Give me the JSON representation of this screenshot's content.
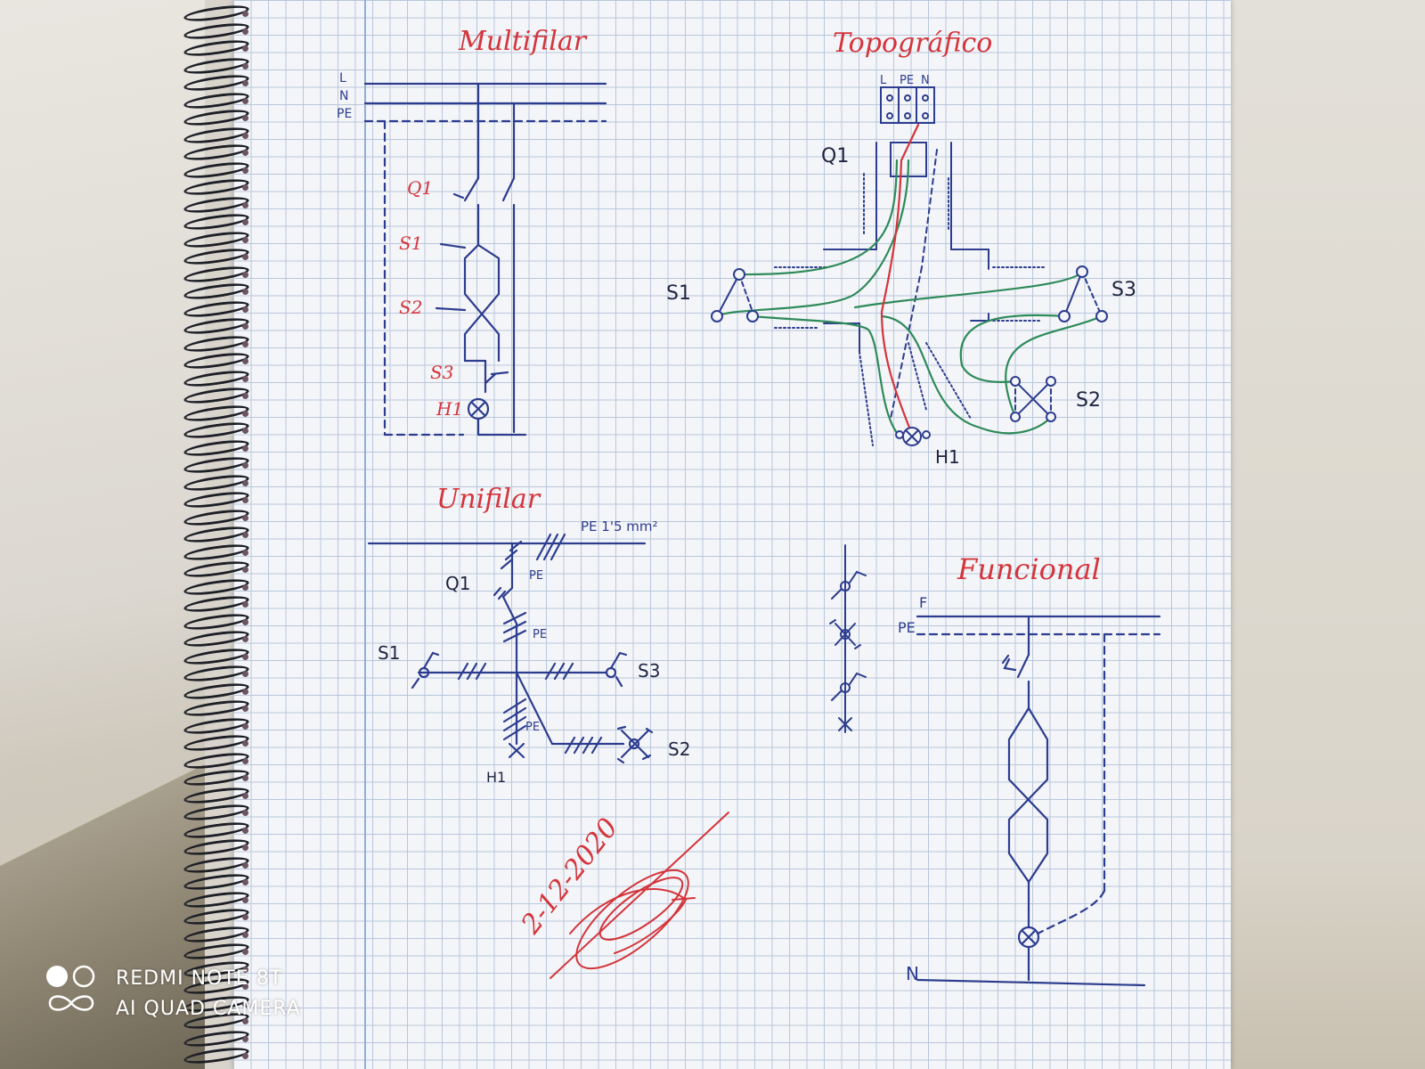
{
  "diagrams": {
    "multifilar": {
      "title": "Multifilar",
      "lines": [
        "L",
        "N",
        "PE"
      ],
      "labels": [
        "Q1",
        "S1",
        "S2",
        "S3",
        "H1"
      ]
    },
    "topografico": {
      "title": "Topográfico",
      "terminals": [
        "L",
        "PE",
        "N"
      ],
      "labels": [
        "Q1",
        "S1",
        "S3",
        "S2",
        "H1"
      ]
    },
    "unifilar": {
      "title": "Unifilar",
      "pe_note": "PE 1'5 mm²",
      "pe_marks": [
        "PE",
        "PE",
        "PE"
      ],
      "labels": [
        "Q1",
        "S1",
        "S3",
        "S2",
        "H1"
      ]
    },
    "funcional": {
      "title": "Funcional",
      "lines": [
        "F",
        "PE",
        "N"
      ]
    }
  },
  "date": "2-12-2020",
  "camera_watermark": {
    "line1": "REDMI NOTE 8T",
    "line2": "AI QUAD CAMERA"
  },
  "colors": {
    "ink_blue": "#2c3c8e",
    "ink_red": "#d4343b",
    "ink_green": "#2e8a5a",
    "grid": "#b9c6dc"
  }
}
